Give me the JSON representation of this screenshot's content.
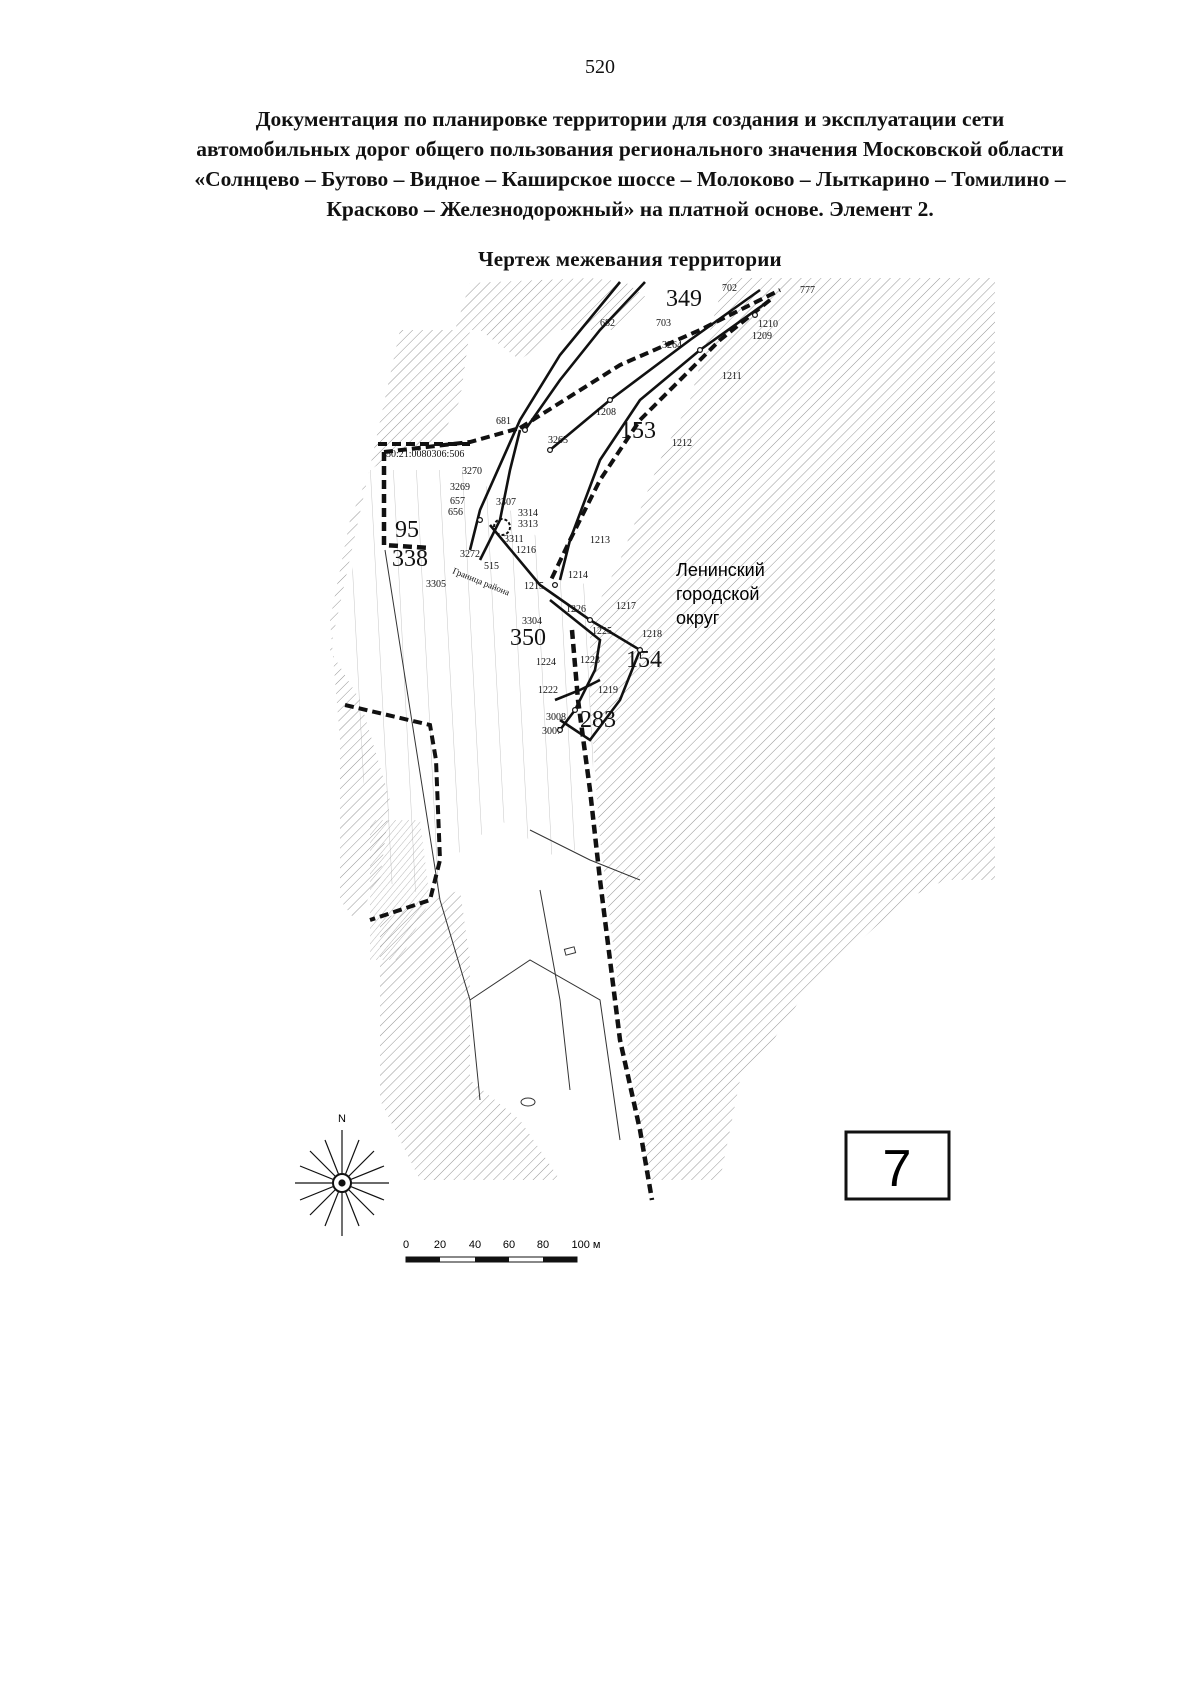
{
  "page_number": "520",
  "title_lines": [
    "Документация по планировке территории для создания и эксплуатации сети",
    "автомобильных дорог общего пользования регионального значения Московской области",
    "«Солнцево – Бутово – Видное – Каширское шоссе – Молоково – Лыткарино – Томилино –",
    "Красково – Железнодорожный» на платной основе. Элемент 2."
  ],
  "map_title": "Чертеж межевания территории",
  "region_label": [
    "Ленинский",
    "городской",
    "округ"
  ],
  "sheet_number": "7",
  "cadastral_label": "50:21:0080306:506",
  "boundary_label": "Граница района",
  "parcel_numbers": [
    "349",
    "153",
    "95",
    "338",
    "350",
    "154",
    "283"
  ],
  "point_labels": [
    "702",
    "777",
    "682",
    "703",
    "1210",
    "1209",
    "3264",
    "1211",
    "681",
    "1208",
    "3265",
    "1212",
    "3270",
    "3269",
    "657",
    "656",
    "3307",
    "3314",
    "3313",
    "3311",
    "1216",
    "1213",
    "3272",
    "515",
    "1214",
    "3305",
    "1215",
    "1226",
    "1217",
    "3304",
    "1225",
    "1218",
    "1224",
    "1223",
    "1222",
    "1219",
    "3008",
    "3007"
  ],
  "compass_north": "N",
  "scale_bar": {
    "ticks": [
      "0",
      "20",
      "40",
      "60",
      "80",
      "100 м"
    ]
  },
  "colors": {
    "ink": "#111111",
    "hatch": "#8a8a8a",
    "paper": "#ffffff"
  }
}
